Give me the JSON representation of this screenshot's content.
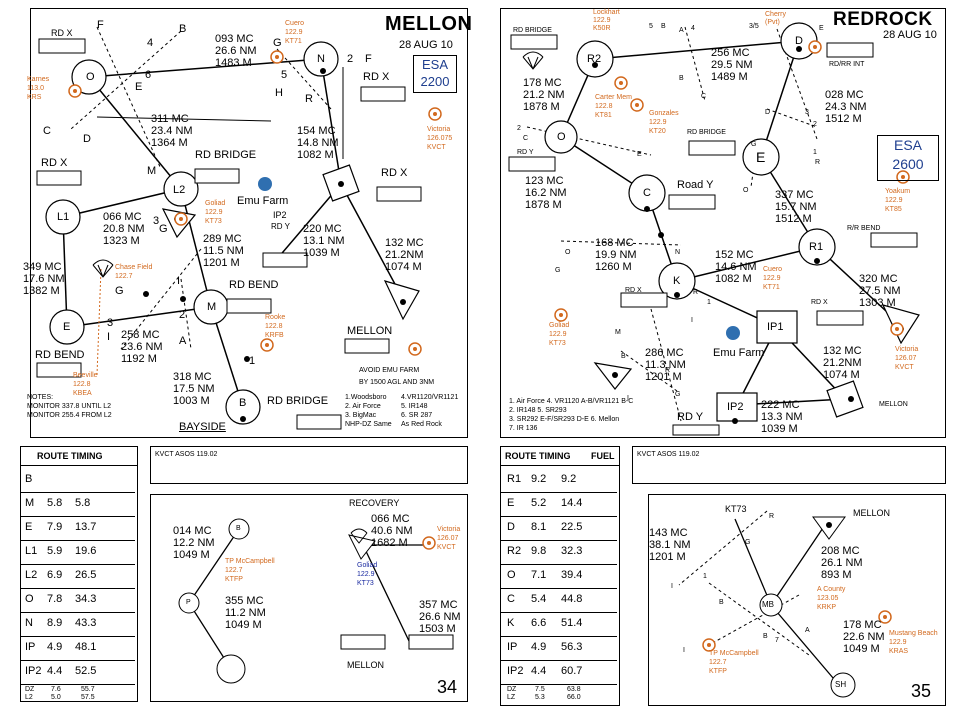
{
  "page34": {
    "title": "MELLON",
    "date": "28 AUG 10",
    "esa_label": "ESA",
    "esa_value": "2200",
    "page_number": "34",
    "legs": {
      "o_n": [
        "093 MC",
        "26.6 NM",
        "1483 M"
      ],
      "o_l2": [
        "311 MC",
        "23.4 NM",
        "1364 M"
      ],
      "n_sq": [
        "154 MC",
        "14.8 NM",
        "1082 M"
      ],
      "l1_l2": [
        "066 MC",
        "20.8 NM",
        "1323 M"
      ],
      "sq_tri": [
        "220 MC",
        "13.1 NM",
        "1039 M"
      ],
      "l2_m": [
        "289 MC",
        "11.5 NM",
        "1201 M"
      ],
      "sq_tri2": [
        "132 MC",
        "21.2NM",
        "1074 M"
      ],
      "e_l1": [
        "349 MC",
        "17.6 NM",
        "1382 M"
      ],
      "e_m": [
        "258 MC",
        "23.6 NM",
        "1192 M"
      ],
      "m_b": [
        "318 MC",
        "17.5 NM",
        "1003 M"
      ]
    },
    "waypoints": [
      "O",
      "N",
      "L2",
      "L1",
      "M",
      "E",
      "B"
    ],
    "letters": [
      "F",
      "B",
      "4",
      "6",
      "E",
      "C",
      "D",
      "G",
      "5",
      "H",
      "2",
      "F",
      "R",
      "M",
      "3",
      "G",
      "I",
      "G",
      "3",
      "I",
      "2",
      "A",
      "1"
    ],
    "road_labels": [
      "RD X",
      "RD X",
      "RD X",
      "RD X",
      "RD BRIDGE",
      "RD Y",
      "RD BEND",
      "RD BEND",
      "RD BRIDGE"
    ],
    "place_labels": {
      "emu_farm": "Emu Farm",
      "ip2": "IP2",
      "mellon": "MELLON",
      "bayside": "BAYSIDE"
    },
    "navaids": {
      "karnes": [
        "Karnes",
        "113.0",
        "KRS"
      ],
      "cuero": [
        "Cuero",
        "122.9",
        "KT71"
      ],
      "victoria": [
        "Victoria",
        "126.075",
        "KVCT"
      ],
      "goliad": [
        "Goliad",
        "122.9",
        "KT73"
      ],
      "chase": [
        "Chase Field",
        "122.7"
      ],
      "rooke": [
        "Rooke",
        "122.8",
        "KRFB"
      ],
      "beeville": [
        "Beeville",
        "122.8",
        "KBEA"
      ]
    },
    "notes": [
      "NOTES:",
      "MONITOR 337.8 UNTIL L2",
      "MONITOR 255.4 FROM L2"
    ],
    "avoid": [
      "AVOID EMU FARM",
      "BY 1500 AGL AND 3NM"
    ],
    "freqs": [
      [
        "1.Woodsboro",
        "4.VR1120/VR1121"
      ],
      [
        "2. Air Force",
        "5. IR148"
      ],
      [
        "3. BigMac",
        "6. SR 287"
      ],
      [
        "NHP-DZ   Same",
        "As Red Rock"
      ]
    ],
    "route_timing": {
      "title": "ROUTE TIMING",
      "rows": [
        [
          "B",
          "",
          ""
        ],
        [
          "M",
          "5.8",
          "5.8"
        ],
        [
          "E",
          "7.9",
          "13.7"
        ],
        [
          "L1",
          "5.9",
          "19.6"
        ],
        [
          "L2",
          "6.9",
          "26.5"
        ],
        [
          "O",
          "7.8",
          "34.3"
        ],
        [
          "N",
          "8.9",
          "43.3"
        ],
        [
          "IP",
          "4.9",
          "48.1"
        ],
        [
          "IP2",
          "4.4",
          "52.5"
        ]
      ],
      "dz": [
        "DZ",
        "L2",
        "7.6",
        "5.0",
        "55.7",
        "57.5"
      ]
    },
    "atis": "KVCT ASOS 119.02",
    "recovery": {
      "title": "RECOVERY",
      "leg1": [
        "014 MC",
        "12.2 NM",
        "1049 M"
      ],
      "leg2": [
        "066 MC",
        "40.6 NM",
        "1682 M"
      ],
      "leg3": [
        "355 MC",
        "11.2 NM",
        "1049 M"
      ],
      "leg4": [
        "357 MC",
        "26.6 NM",
        "1503 M"
      ],
      "tp": [
        "TP McCampbell",
        "122.7",
        "KTFP"
      ],
      "victoria": [
        "Victoria",
        "126.07",
        "KVCT"
      ],
      "goliad": [
        "Goliad",
        "122.9",
        "KT73"
      ],
      "mellon": "MELLON",
      "b": "B",
      "p": "P"
    }
  },
  "page35": {
    "title": "REDROCK",
    "date": "28 AUG 10",
    "esa_label": "ESA",
    "esa_value": "2600",
    "page_number": "35",
    "legs": {
      "r2_d": [
        "256 MC",
        "29.5 NM",
        "1489 M"
      ],
      "r2_o": [
        "178 MC",
        "21.2 NM",
        "1878 M"
      ],
      "d_e": [
        "028 MC",
        "24.3 NM",
        "1512 M"
      ],
      "o_c": [
        "123 MC",
        "16.2 NM",
        "1878 M"
      ],
      "e_r1": [
        "337 MC",
        "15.7 NM",
        "1512 M"
      ],
      "c_k": [
        "168 MC",
        "19.9 NM",
        "1260 M"
      ],
      "k_r1": [
        "152 MC",
        "14.6 NM",
        "1082 M"
      ],
      "r1_tri": [
        "320 MC",
        "27.5 NM",
        "1303 M"
      ],
      "k_ip1": [
        "286 MC",
        "11.3 NM",
        "1201 M"
      ],
      "ip1_tri": [
        "132 MC",
        "21.2NM",
        "1074 M"
      ],
      "ip2_sq": [
        "222 MC",
        "13.3 NM",
        "1039 M"
      ]
    },
    "waypoints": [
      "R2",
      "D",
      "O",
      "E",
      "C",
      "R1",
      "K",
      "IP1",
      "IP2"
    ],
    "letters": [
      "5",
      "B",
      "A",
      "4",
      "3/5",
      "E",
      "B",
      "C",
      "2",
      "C",
      "D",
      "3",
      "2",
      "G",
      "1",
      "R",
      "O",
      "E",
      "N",
      "O",
      "G",
      "R",
      "M",
      "1",
      "I",
      "B",
      "R",
      "I",
      "G"
    ],
    "road_labels": [
      "RD BRIDGE",
      "RD/RR INT",
      "RD BRIDGE",
      "RD Y",
      "Road Y",
      "R/R BEND",
      "RD X",
      "RD X",
      "RD Y"
    ],
    "place_labels": {
      "emu_farm": "Emu Farm",
      "mellon": "MELLON"
    },
    "navaids": {
      "lockhart": [
        "Lockhart",
        "122.9",
        "K50R"
      ],
      "cherry": [
        "Cherry",
        "(Pvt)"
      ],
      "carter": [
        "Carter Mem",
        "122.8",
        "KT81"
      ],
      "gonzales": [
        "Gonzales",
        "122.9",
        "KT20"
      ],
      "yoakum": [
        "Yoakum",
        "122.9",
        "KT85"
      ],
      "cuero": [
        "Cuero",
        "122.9",
        "KT71"
      ],
      "goliad": [
        "Goliad",
        "122.9",
        "KT73"
      ],
      "victoria": [
        "Victoria",
        "126.07",
        "KVCT"
      ]
    },
    "freqs": [
      "1. Air Force   4. VR1120 A-B/VR1121 B-C",
      "2. IR148        5. SR293",
      "3. SR292 E-F/SR293 D-E      6. Mellon",
      "7. IR 136"
    ],
    "route_timing": {
      "title": "ROUTE TIMING",
      "fuel": "FUEL",
      "rows": [
        [
          "R1",
          "9.2",
          "9.2"
        ],
        [
          "E",
          "5.2",
          "14.4"
        ],
        [
          "D",
          "8.1",
          "22.5"
        ],
        [
          "R2",
          "9.8",
          "32.3"
        ],
        [
          "O",
          "7.1",
          "39.4"
        ],
        [
          "C",
          "5.4",
          "44.8"
        ],
        [
          "K",
          "6.6",
          "51.4"
        ],
        [
          "IP",
          "4.9",
          "56.3"
        ],
        [
          "IP2",
          "4.4",
          "60.7"
        ]
      ],
      "dz": [
        "DZ",
        "LZ",
        "7.5",
        "5.3",
        "63.8",
        "66.0"
      ]
    },
    "atis": "KVCT ASOS 119.02",
    "recovery": {
      "kt73": "KT73",
      "mellon": "MELLON",
      "leg1": [
        "143 MC",
        "38.1 NM",
        "1201 M"
      ],
      "leg2": [
        "208 MC",
        "26.1 NM",
        "893 M"
      ],
      "leg3": [
        "178 MC",
        "22.6 NM",
        "1049 M"
      ],
      "acounty": [
        "A County",
        "123.05",
        "KRKP"
      ],
      "tp": [
        "TP McCampbell",
        "122.7",
        "KTFP"
      ],
      "mustang": [
        "Mustang Beach",
        "122.9",
        "KRAS"
      ],
      "mb": "MB",
      "sh": "SH",
      "letters": [
        "R",
        "G",
        "1",
        "I",
        "B",
        "B",
        "7",
        "A",
        "I"
      ]
    }
  },
  "colors": {
    "ink": "#000000",
    "navaid": "#d2691e",
    "emu": "#2f6fb0",
    "esa_text": "#1f3f8f",
    "goliad_blue": "#1a2aa0"
  }
}
